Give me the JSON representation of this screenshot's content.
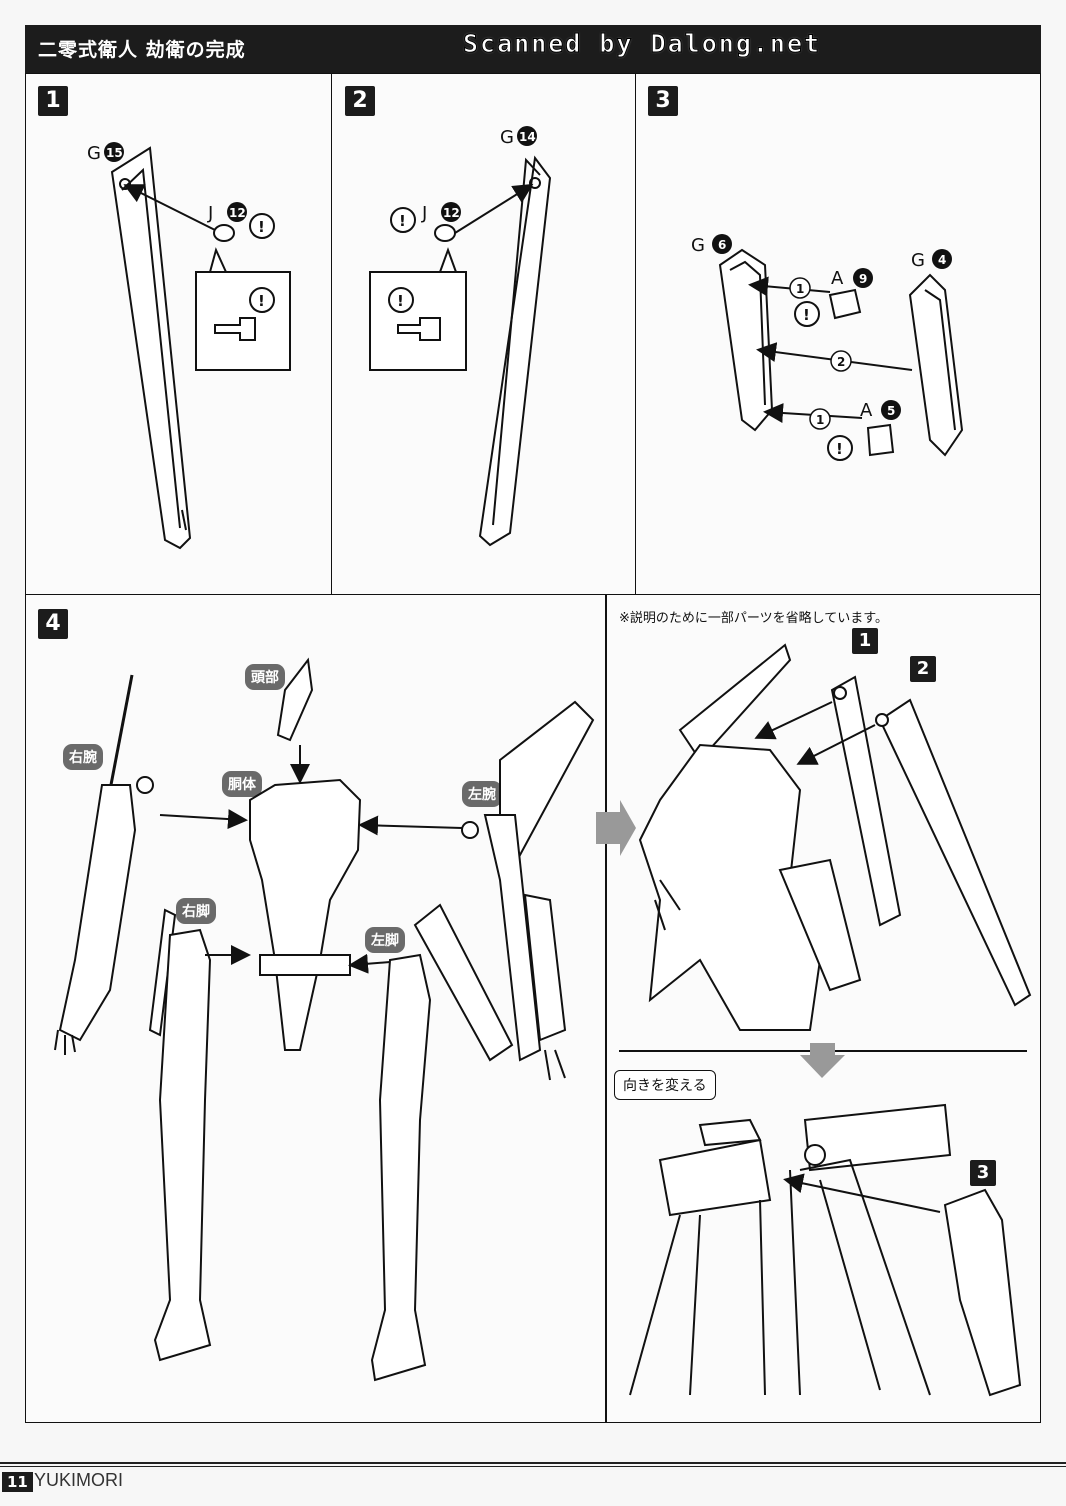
{
  "header": {
    "title": "二零式衛人 劫衛の完成",
    "scan_watermark": "Scanned by Dalong.net"
  },
  "steps": [
    {
      "number": "1",
      "parts": [
        {
          "letter": "G",
          "num": "15"
        },
        {
          "letter": "J",
          "num": "12"
        }
      ]
    },
    {
      "number": "2",
      "parts": [
        {
          "letter": "G",
          "num": "14"
        },
        {
          "letter": "J",
          "num": "12"
        }
      ]
    },
    {
      "number": "3",
      "parts": [
        {
          "letter": "G",
          "num": "6"
        },
        {
          "letter": "G",
          "num": "4"
        },
        {
          "letter": "A",
          "num": "9"
        },
        {
          "letter": "A",
          "num": "5"
        }
      ],
      "order_marks": [
        "1",
        "2",
        "1"
      ]
    },
    {
      "number": "4"
    }
  ],
  "step4": {
    "labels": {
      "head": "頭部",
      "right_arm": "右腕",
      "torso": "胴体",
      "left_arm": "左腕",
      "right_leg": "右脚",
      "left_leg": "左脚"
    },
    "note": "※説明のために一部パーツを省略しています。",
    "sub_steps": [
      "1",
      "2",
      "3"
    ],
    "callout": "向きを変える"
  },
  "footer": {
    "page_number": "11",
    "brand": "YUKIMORI"
  }
}
